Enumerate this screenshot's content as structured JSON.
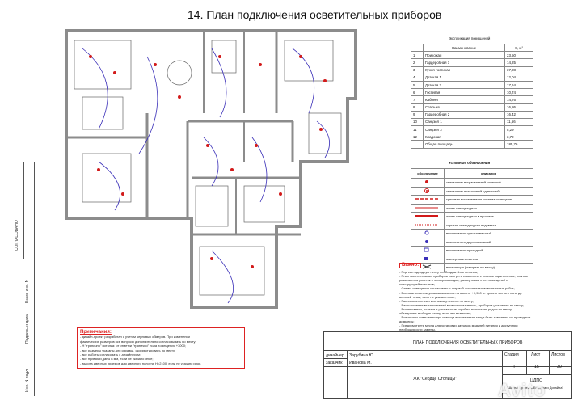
{
  "title": "14.  План подключения осветительных приборов",
  "side_labels": [
    "СОГЛАСОВАНО",
    "Взам. инв. N",
    "Подпись и дата",
    "Инв. N подл."
  ],
  "rooms_table": {
    "caption": "Экспликация помещений",
    "headers": [
      "",
      "Наименование",
      "S, м²"
    ],
    "rows": [
      [
        "1",
        "Прихожая",
        "23,50"
      ],
      [
        "2",
        "Гардеробная 1",
        "14,25"
      ],
      [
        "3",
        "Кухня-гостиная",
        "37,28"
      ],
      [
        "4",
        "Детская 1",
        "12,04"
      ],
      [
        "5",
        "Детская 2",
        "17,64"
      ],
      [
        "6",
        "Гостевая",
        "10,74"
      ],
      [
        "7",
        "Кабинет",
        "14,76"
      ],
      [
        "8",
        "Спальня",
        "16,86"
      ],
      [
        "9",
        "Гардеробная 2",
        "16,42"
      ],
      [
        "10",
        "Санузел 1",
        "11,66"
      ],
      [
        "11",
        "Санузел 2",
        "5,29"
      ],
      [
        "12",
        "Кладовая",
        "3,72"
      ],
      [
        "",
        "Общая площадь",
        "185,76"
      ]
    ]
  },
  "legend": {
    "caption": "Условные обозначения",
    "headers": [
      "обозначение",
      "описание"
    ],
    "rows": [
      "светильник встраиваемый точечный",
      "светильник потолочный одиночный",
      "трековая встраиваемая система освещения",
      "лента светодиодная",
      "лента светодиодная в профиле",
      "скрытая светодиодная подсветка",
      "выключатель одноклавишный",
      "выключатель двухклавишный",
      "выключатель проходной",
      "мастер-выключатель",
      "вентиляция (смотреть по месту)"
    ]
  },
  "notes_right": {
    "head": "Важно:",
    "lines": [
      "- Под светодиодную ленту необходим блок питания;",
      "- План осветительных приборов смотреть совместно с планом подключения, планом",
      "размещения розеток и электровыводов, развертками стен помещений и",
      "конструкцией потолков;",
      "- Схемы освещения согласовать с фирмой-исполнителем монтажных работ;",
      "- Все выключатели устанавливаются на высоте +0,900 от уровня чистого пола до",
      "верхней точки, если не указано иное;",
      "- Расположение светильников уточнить по месту;",
      "- Расположение выключателей возможно изменить, приборов уточнение по месту;",
      "- Выключатели, розетки и распаечные коробки, если стоят рядом по месту",
      "объединить в общую рамку, если это возможно;",
      "- Все кнопки освещения при помощи выключателя могут быть заменены на проводные",
      "диммеры;",
      "- Предусмотреть места для установки датчиков модулей питания и доступ при",
      "необходимости замены."
    ]
  },
  "notes_left": {
    "head": "Примечания:",
    "lines": [
      "- дизайн-проект разработан с учетом черновых обмеров. При изменении",
      "фактических размеров все вопросы дополнительно согласовывать по месту;",
      "- H \"тряпично\" потолка: от отметки \"тряпично\" пола помещения +3000;",
      "- все размеры указаны для справки, скорректировать по месту;",
      "- все работы согласовать с дизайнером;",
      "- все привязки даны в мм, если не указано иное;",
      "- высота дверных проемов для дверного полотна H=2100, если не указано иное."
    ]
  },
  "title_block": {
    "sheet_title": "ПЛАН ПОДКЛЮЧЕНИЯ ОСВЕТИТЕЛЬНЫХ ПРИБОРОВ",
    "designer_label": "дизайнер",
    "designer_name": "Зарубина Ю.",
    "client_label": "заказчик",
    "client_name": "Иванова М.",
    "project": "ЖК \"Сердце Столицы\"",
    "stage_label": "Стадия",
    "sheet_label": "Лист",
    "sheets_label": "Листов",
    "stage": "П",
    "sheet": "15",
    "sheets": "30",
    "org_short": "ЦДПО",
    "org_full": "\"Школа Практики Бизнеса и Дизайна\""
  },
  "watermark": "Avito",
  "colors": {
    "wall": "#8c8c8c",
    "wire": "#3a2fb8",
    "fixture": "#d21a1a",
    "note_border": "#d22222"
  }
}
